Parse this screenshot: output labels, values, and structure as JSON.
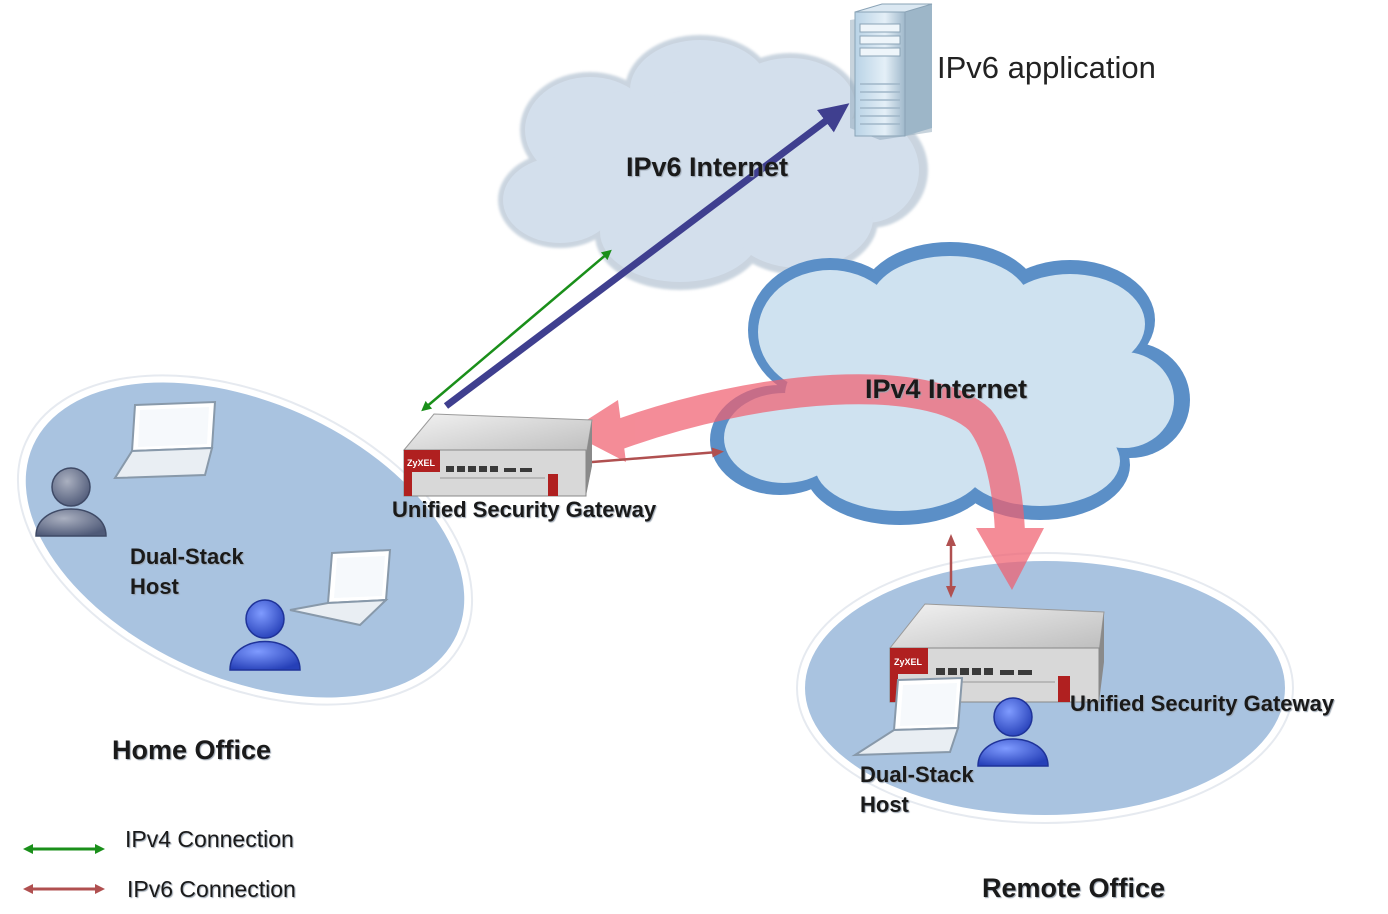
{
  "labels": {
    "ipv6_application": "IPv6 application",
    "ipv6_internet": "IPv6 Internet",
    "ipv4_internet": "IPv4 Internet",
    "home_gateway": "Unified Security Gateway",
    "remote_gateway": "Unified Security Gateway",
    "home_host_line1": "Dual-Stack",
    "home_host_line2": "Host",
    "remote_host_line1": "Dual-Stack",
    "remote_host_line2": "Host",
    "home_office": "Home Office",
    "remote_office": "Remote Office",
    "device_brand": "ZyXEL"
  },
  "legend": [
    {
      "label": "IPv4 Connection",
      "color": "#1a8f1a"
    },
    {
      "label": "IPv6 Connection",
      "color": "#b05050"
    }
  ],
  "colors": {
    "ipv4_line": "#1a8f1a",
    "ipv6_line": "#b05050",
    "ipv6_arrow": "#3f3f8f",
    "ipv4_big_arrow": "#f06070",
    "cloud_ipv6_fill": "#d3dfec",
    "cloud_ipv4_fill": "#cfe2f0",
    "cloud_ipv4_stroke": "#5b8fc7",
    "office_fill": "#a9c3e0",
    "person": "#3355cc"
  },
  "icons": [
    "cloud-icon",
    "server-icon",
    "router-icon",
    "laptop-icon",
    "person-icon",
    "arrow-icon"
  ]
}
